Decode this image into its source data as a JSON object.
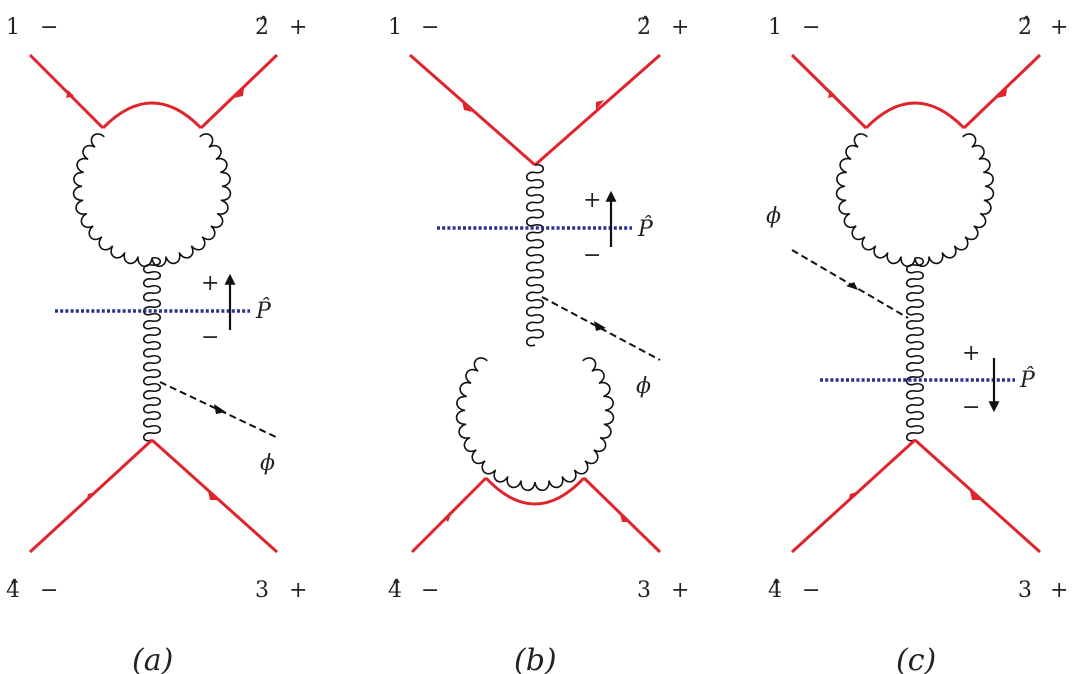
{
  "diagrams": [
    {
      "caption": "(a)",
      "labels": {
        "top_left": "1",
        "top_left_hel": "−",
        "top_right": "2̂",
        "top_right_hel": "+",
        "bottom_left": "4̂",
        "bottom_left_hel": "−",
        "bottom_right": "3",
        "bottom_right_hel": "+",
        "shift": "P̂",
        "shift_plus": "+",
        "shift_minus": "−",
        "scalar": "ϕ"
      }
    },
    {
      "caption": "(b)",
      "labels": {
        "top_left": "1",
        "top_left_hel": "−",
        "top_right": "2̂",
        "top_right_hel": "+",
        "bottom_left": "4̂",
        "bottom_left_hel": "−",
        "bottom_right": "3",
        "bottom_right_hel": "+",
        "shift": "P̂",
        "shift_plus": "+",
        "shift_minus": "−",
        "scalar": "ϕ"
      }
    },
    {
      "caption": "(c)",
      "labels": {
        "top_left": "1",
        "top_left_hel": "−",
        "top_right": "2̂",
        "top_right_hel": "+",
        "bottom_left": "4̂",
        "bottom_left_hel": "−",
        "bottom_right": "3",
        "bottom_right_hel": "+",
        "shift": "P̂",
        "shift_plus": "+",
        "shift_minus": "−",
        "scalar": "ϕ"
      }
    }
  ],
  "colors": {
    "fermion": "#e0242b",
    "cut_line": "#2b2f8f",
    "gluon": "#111111",
    "scalar": "#111111"
  }
}
